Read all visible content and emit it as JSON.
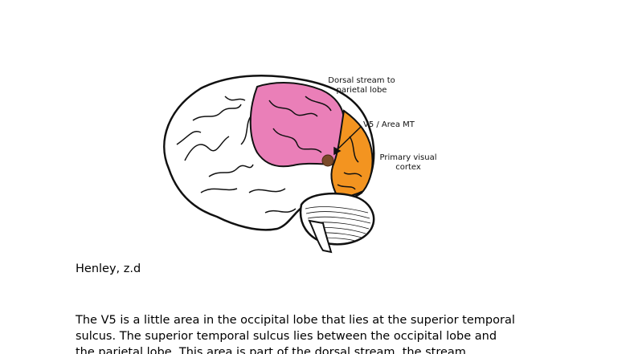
{
  "figure": {
    "labels": {
      "dorsal_line1": "Dorsal stream to",
      "dorsal_line2": "parietal lobe",
      "v5": "V5 / Area MT",
      "primary_line1": "Primary visual",
      "primary_line2": "cortex"
    },
    "colors": {
      "parietal": "#ea7fb8",
      "occipital": "#f39420",
      "v5_area": "#7a4a2a",
      "outline": "#111111"
    }
  },
  "citation": "Henley, z.d",
  "body": {
    "lines": [
      "The V5 is a little area in the occipital lobe that lies at the superior temporal",
      "sulcus.  The superior temporal sulcus lies between the occipital lobe and",
      "the parietal lobe. This area is part of the dorsal stream, the stream"
    ]
  }
}
